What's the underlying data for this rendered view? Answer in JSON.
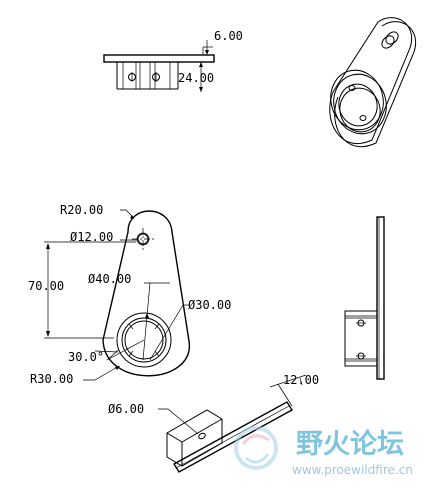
{
  "dimensions": {
    "top_thickness": "6.00",
    "top_height": "24.00",
    "radius_large": "R20.00",
    "hole_small": "Ø12.00",
    "center_distance": "70.00",
    "bore_outer": "Ø40.00",
    "bore_inner": "Ø30.00",
    "angle": "30.0°",
    "radius_small": "R30.00",
    "hole_iso": "Ø6.00",
    "iso_length": "12.00"
  },
  "watermark": {
    "title": "野火论坛",
    "url": "www.proewildfire.cn"
  },
  "colors": {
    "line": "#000000",
    "watermark": "#7fc5df"
  }
}
